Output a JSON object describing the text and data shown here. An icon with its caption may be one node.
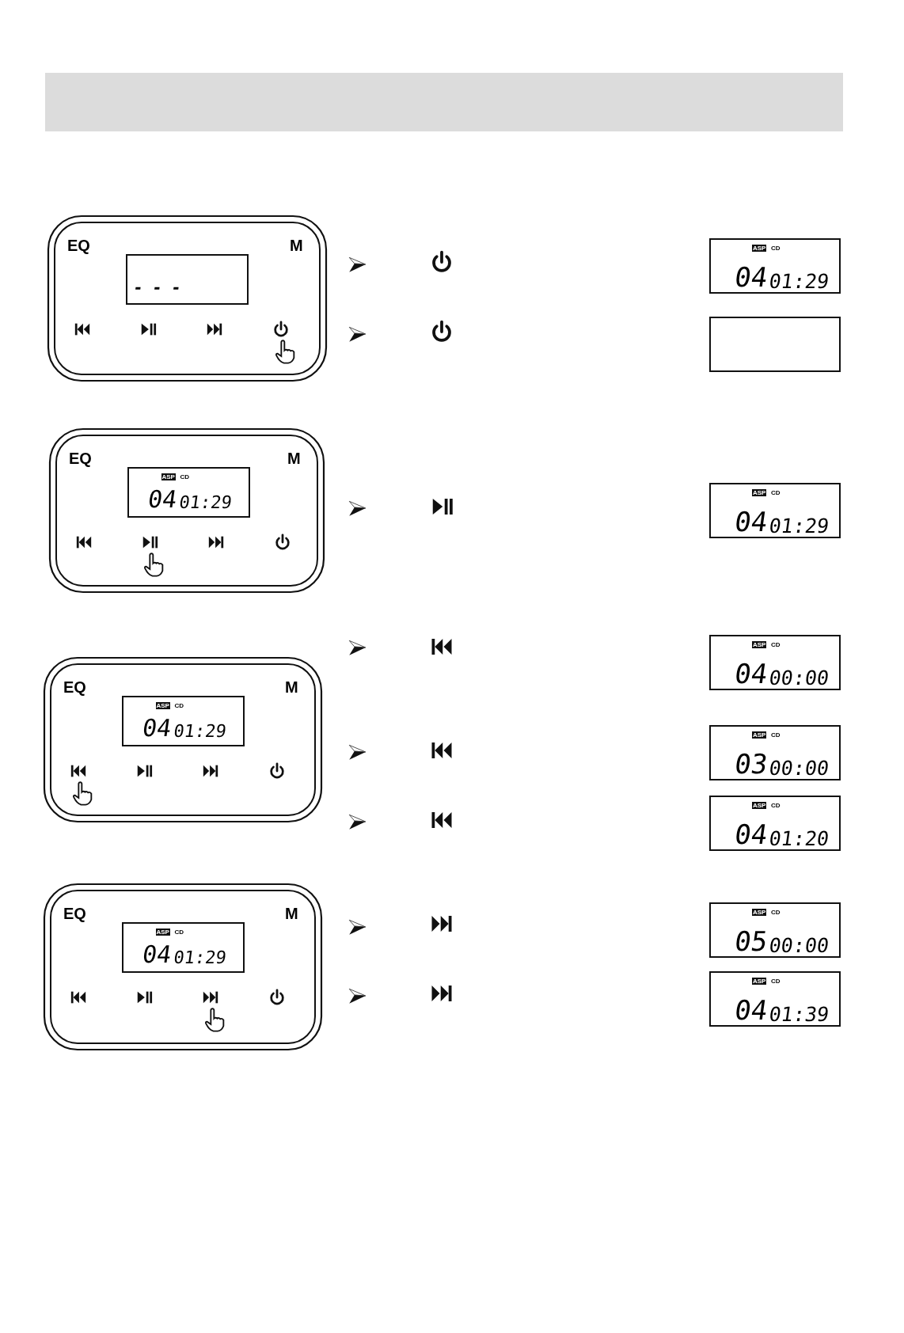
{
  "diagram": {
    "nodes": [
      {
        "text": [
          "- - -"
        ]
      },
      {
        "text": [
          "ASP",
          "CD",
          "04",
          "01:29"
        ]
      },
      {
        "text": [],
        "shape": "box"
      },
      {
        "text": [
          "ASP",
          "CD",
          "04",
          "01:29"
        ]
      },
      {
        "text": [
          "ASP",
          "CD",
          "04",
          "01:29"
        ]
      },
      {
        "text": [
          "ASP",
          "CD",
          "04",
          "01:29"
        ]
      },
      {
        "text": [
          "ASP",
          "CD",
          "04",
          "00:00"
        ]
      },
      {
        "text": [
          "ASP",
          "CD",
          "03",
          "00:00"
        ]
      },
      {
        "text": [
          "ASP",
          "CD",
          "04",
          "01:20"
        ]
      },
      {
        "text": [
          "ASP",
          "CD",
          "04",
          "01:29"
        ]
      },
      {
        "text": [
          "ASP",
          "CD",
          "05",
          "00:00"
        ]
      },
      {
        "text": [
          "ASP",
          "CD",
          "04",
          "01:39"
        ]
      }
    ],
    "labels": [
      "EQ",
      "M",
      "EQ",
      "M",
      "EQ",
      "M",
      "EQ",
      "M"
    ]
  }
}
